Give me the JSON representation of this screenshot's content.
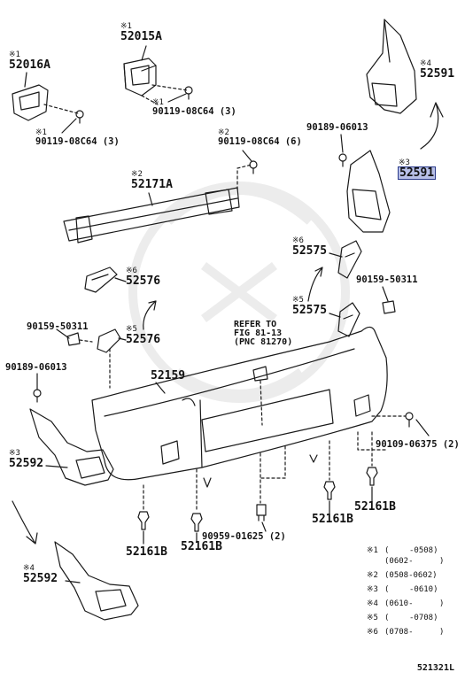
{
  "labels": {
    "p52015A": {
      "mark": "※1",
      "pn": "52015A"
    },
    "p52016A": {
      "mark": "※1",
      "pn": "52016A"
    },
    "p90119a": {
      "mark": "※1",
      "pn": "90119-08C64 (3)"
    },
    "p90119b": {
      "mark": "※1",
      "pn": "90119-08C64 (3)"
    },
    "p90119c": {
      "mark": "※2",
      "pn": "90119-08C64 (6)"
    },
    "p52171A": {
      "mark": "※2",
      "pn": "52171A"
    },
    "p52591a": {
      "mark": "※4",
      "pn": "52591"
    },
    "p90189a": {
      "pn": "90189-06013"
    },
    "p52591b": {
      "mark": "※3",
      "pn": "52591"
    },
    "p52575a": {
      "mark": "※6",
      "pn": "52575"
    },
    "p52575b": {
      "mark": "※5",
      "pn": "52575"
    },
    "p52576a": {
      "mark": "※6",
      "pn": "52576"
    },
    "p52576b": {
      "mark": "※5",
      "pn": "52576"
    },
    "p90159a": {
      "pn": "90159-50311"
    },
    "p90159b": {
      "pn": "90159-50311"
    },
    "p90189b": {
      "pn": "90189-06013"
    },
    "p52159": {
      "pn": "52159"
    },
    "p90109": {
      "pn": "90109-06375 (2)"
    },
    "p52592a": {
      "mark": "※3",
      "pn": "52592"
    },
    "p52592b": {
      "mark": "※4",
      "pn": "52592"
    },
    "p52161Ba": {
      "pn": "52161B"
    },
    "p52161Bb": {
      "pn": "52161B"
    },
    "p52161Bc": {
      "pn": "52161B"
    },
    "p52161Bd": {
      "pn": "52161B"
    },
    "p90959": {
      "pn": "90959-01625 (2)"
    }
  },
  "refer": {
    "line1": "REFER TO",
    "line2": "FIG 81-13",
    "line3": "(PNC 81270)"
  },
  "legend": [
    {
      "mark": "※1",
      "open": "(",
      "from": "",
      "to": "-0508)"
    },
    {
      "mark": "",
      "open": "",
      "from": "(0602-",
      "to": ")"
    },
    {
      "mark": "※2",
      "open": "",
      "from": "(0508-0602)",
      "to": ""
    },
    {
      "mark": "※3",
      "open": "(",
      "from": "",
      "to": "-0610)"
    },
    {
      "mark": "※4",
      "open": "",
      "from": "(0610-",
      "to": ")"
    },
    {
      "mark": "※5",
      "open": "(",
      "from": "",
      "to": "-0708)"
    },
    {
      "mark": "※6",
      "open": "",
      "from": "(0708-",
      "to": ")"
    }
  ],
  "footer": "521321L",
  "colors": {
    "line": "#1a1a1a",
    "highlight": "#b8c0e8",
    "watermark": "#ececec"
  }
}
